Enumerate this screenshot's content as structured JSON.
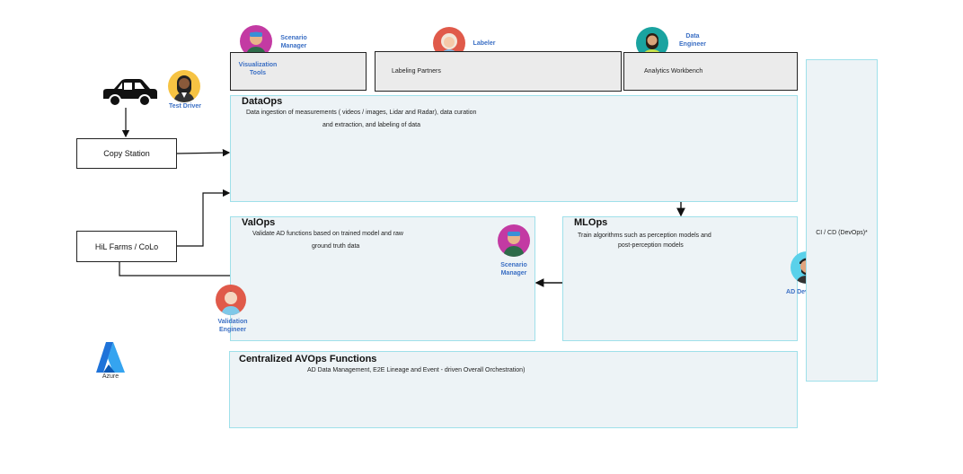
{
  "roles": {
    "scenario_manager_top": "Scenario Manager",
    "labeler": "Labeler",
    "data_engineer": "Data Engineer",
    "test_driver": "Test Driver",
    "scenario_manager_mid": "Scenario Manager",
    "validation_engineer": "Validation Engineer",
    "ad_developer": "AD Developer"
  },
  "tools": {
    "visualization": "Visualization Tools",
    "labeling": "Labeling Partners",
    "analytics": "Analytics Workbench"
  },
  "sources": {
    "copy_station": "Copy Station",
    "hil_farms": "HiL Farms / CoLo"
  },
  "dataops": {
    "title": "DataOps",
    "line1": "Data ingestion of measurements ( videos / images, Lidar and Radar), data curation",
    "line2": "and extraction, and labeling of data"
  },
  "valops": {
    "title": "ValOps",
    "line1": "Validate AD functions based on trained model and raw",
    "line2": "ground truth data"
  },
  "mlops": {
    "title": "MLOps",
    "line1": "Train algorithms such as perception models and",
    "line2": "post-perception models"
  },
  "centralized": {
    "title": "Centralized AVOps Functions",
    "line1": "AD Data Management, E2E Lineage and Event - driven Overall Orchestration)"
  },
  "cicd": {
    "label": "CI / CD (DevOps)*"
  },
  "logo": {
    "label": "Azure"
  },
  "colors": {
    "role_text": "#3b6fc4",
    "panel_fill": "#edf3f6",
    "panel_border": "#9fe0ea",
    "azure_blue": "#1f73d9"
  }
}
